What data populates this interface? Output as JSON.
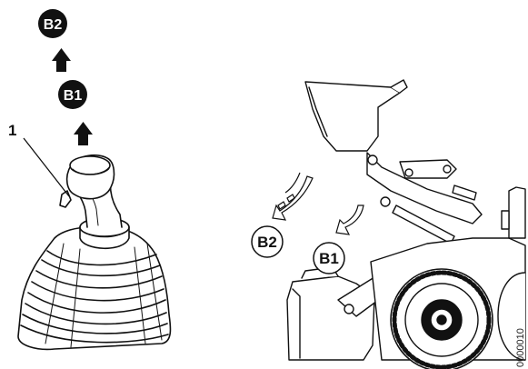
{
  "joystick": {
    "callout_number": "1",
    "position_badges": [
      "B2",
      "B1"
    ]
  },
  "loader": {
    "position_labels": [
      "B2",
      "B1"
    ],
    "figure_code": "0000010"
  },
  "colors": {
    "ink": "#111111",
    "badge_fill": "#111111",
    "badge_text": "#ffffff"
  }
}
